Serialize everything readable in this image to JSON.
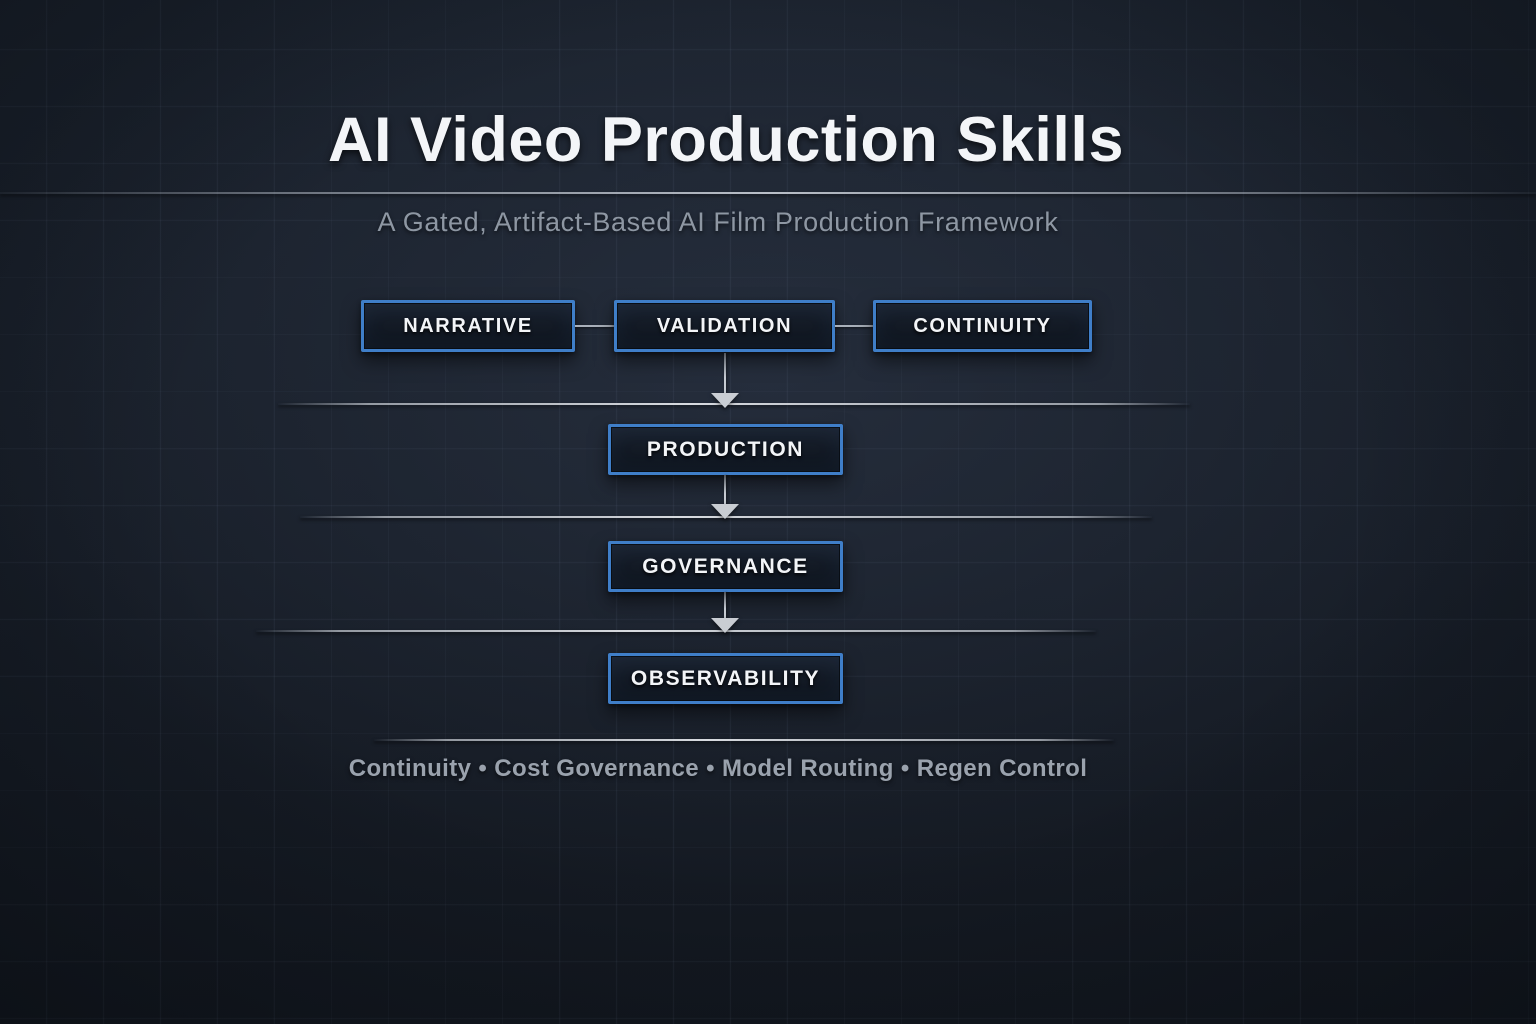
{
  "title": "AI Video Production Skills",
  "subtitle": "A Gated, Artifact-Based AI Film Production Framework",
  "pipeline": {
    "top_row": [
      {
        "label": "NARRATIVE"
      },
      {
        "label": "VALIDATION"
      },
      {
        "label": "CONTINUITY"
      }
    ],
    "stages": [
      {
        "label": "PRODUCTION"
      },
      {
        "label": "GOVERNANCE"
      },
      {
        "label": "OBSERVABILITY"
      }
    ]
  },
  "footer": {
    "items": [
      "Continuity",
      "Cost Governance",
      "Model Routing",
      "Regen Control"
    ],
    "separator": " • ",
    "text": "Continuity • Cost Governance • Model Routing • Regen Control"
  },
  "colors": {
    "background": "#171d27",
    "grid_line": "#29313f",
    "node_border": "#3f7ec8",
    "node_fill": "#131a25",
    "node_text": "#f3f5f8",
    "connector": "#c6cbd2",
    "title_text": "#f3f5f8",
    "subtitle_text": "#8e97a3",
    "footer_text": "#9aa2ad"
  }
}
